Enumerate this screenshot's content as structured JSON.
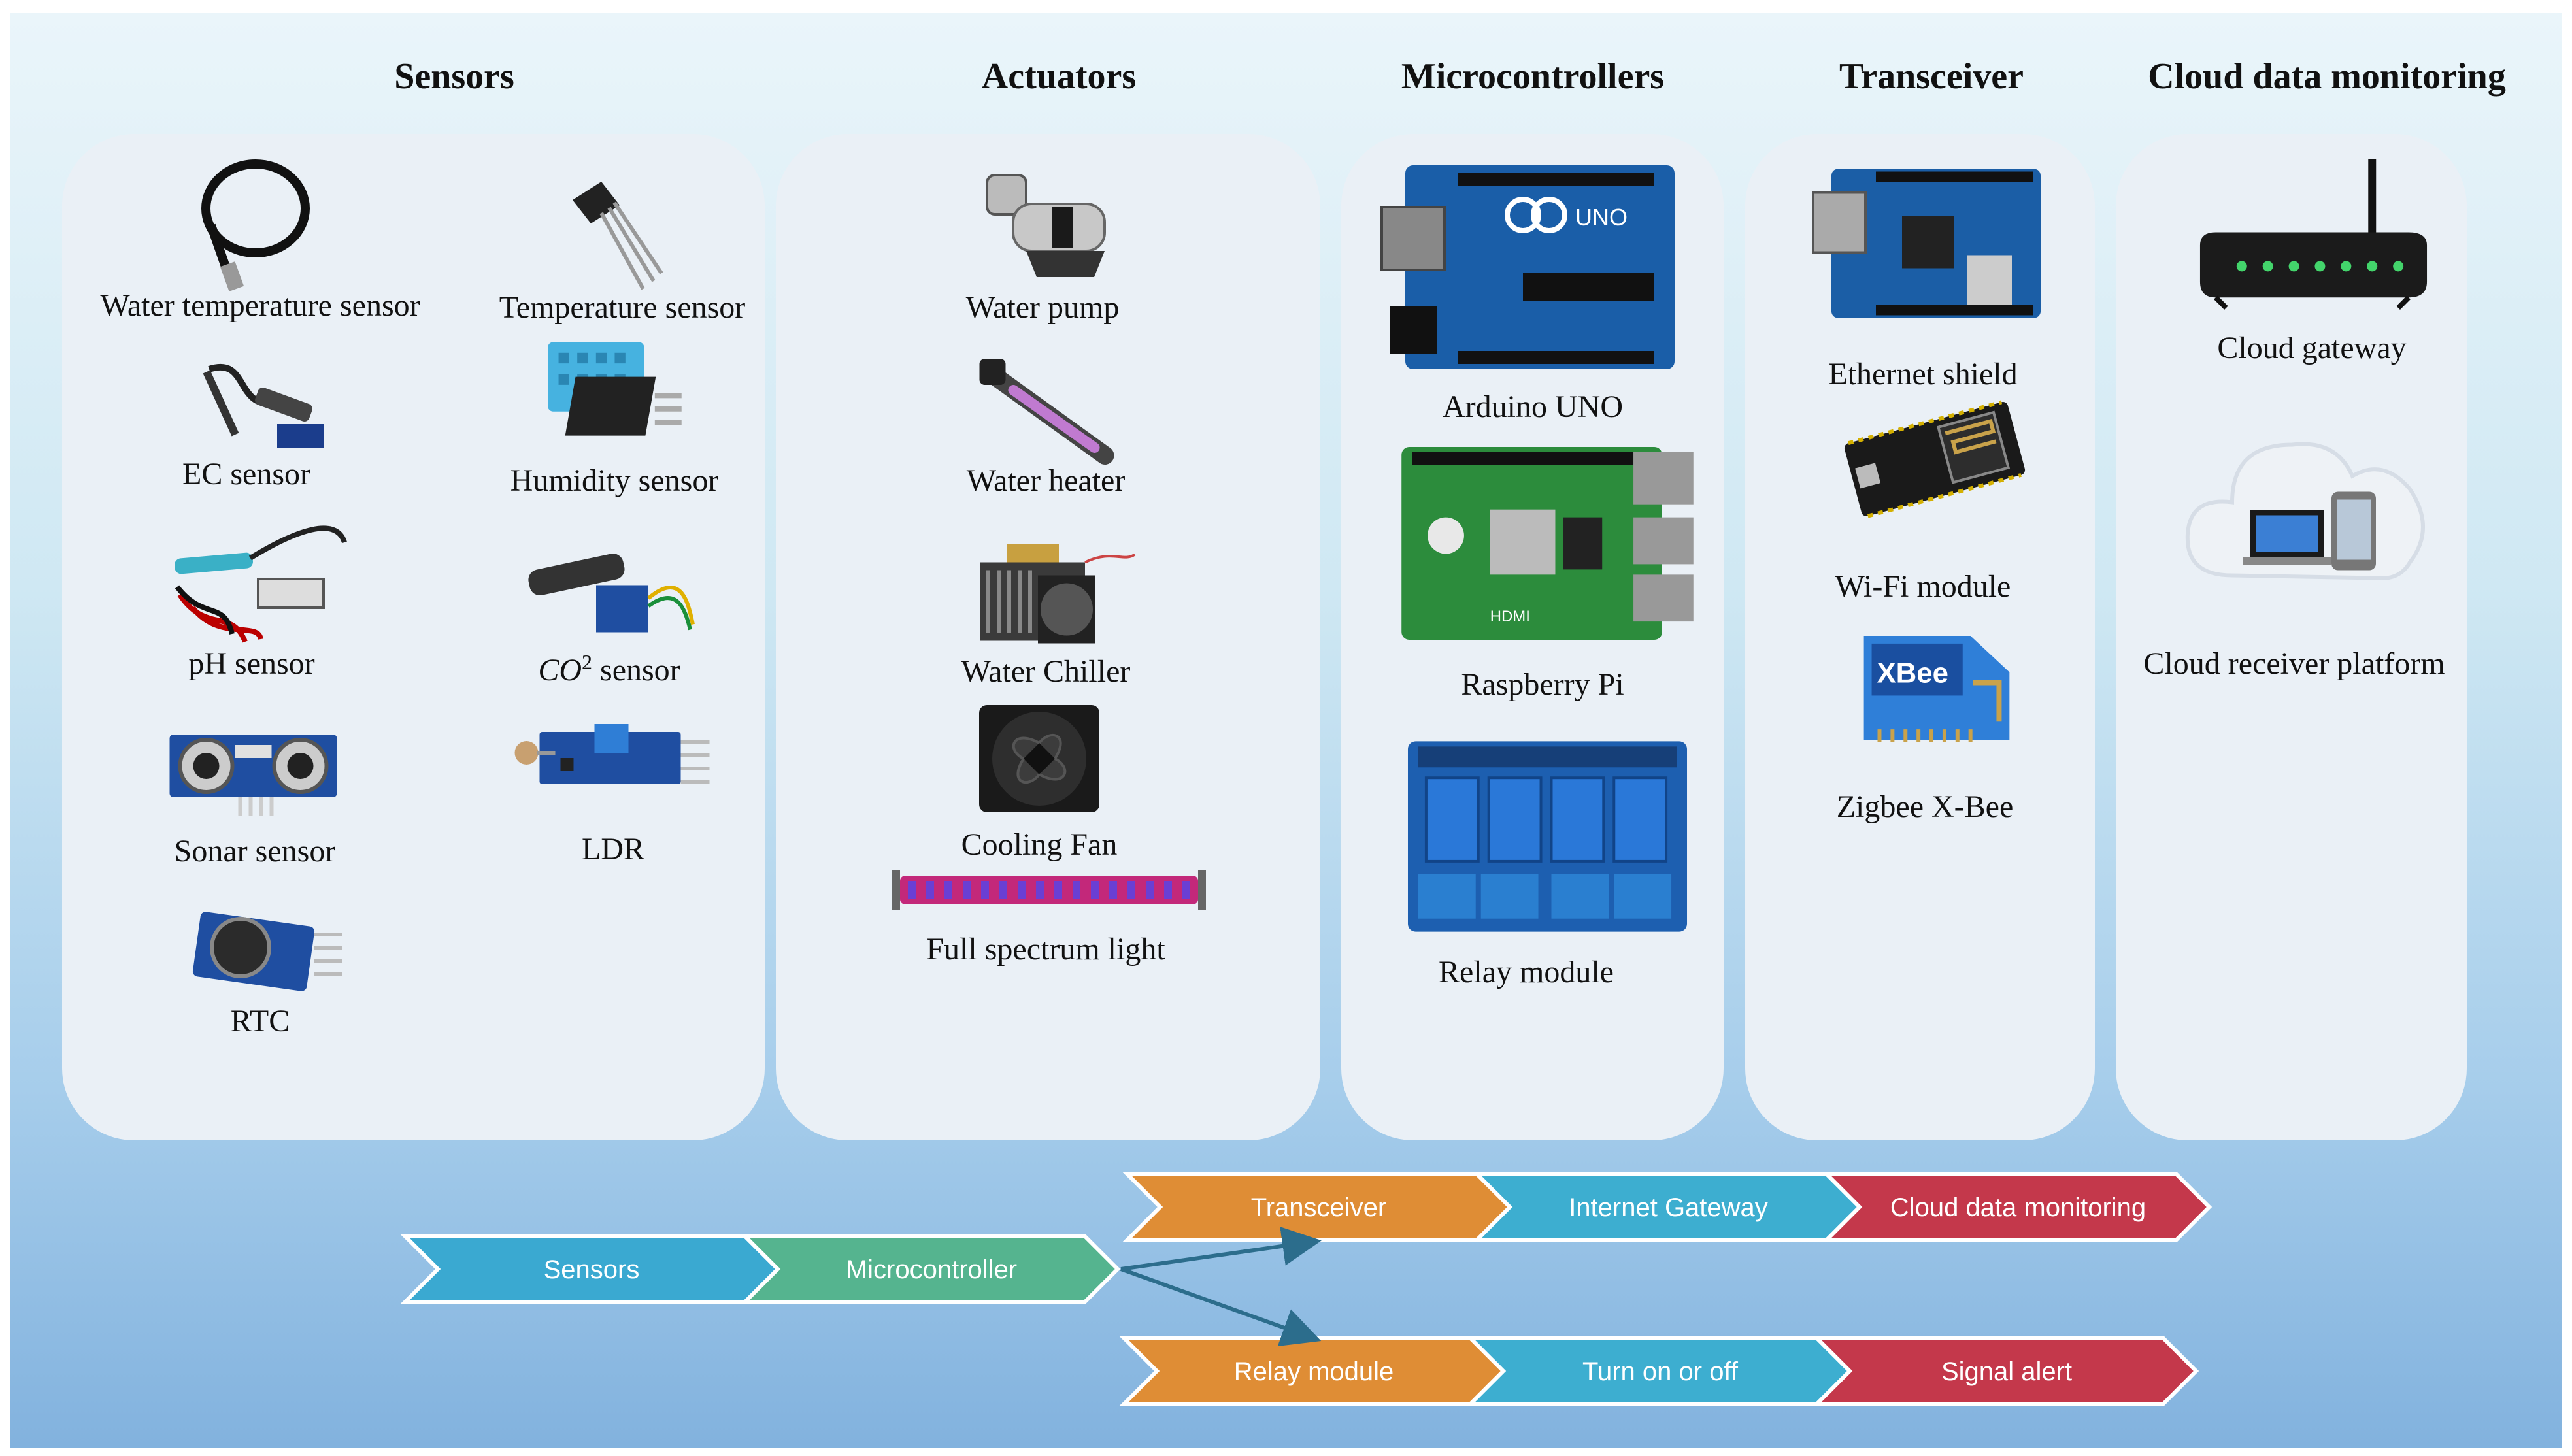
{
  "colors": {
    "sensors_blue": "#3aa9d1",
    "micro_green": "#55b48f",
    "orange": "#df8d35",
    "teal": "#3daed0",
    "red": "#c4384b",
    "arrow": "#2c6d8c"
  },
  "headers": {
    "sensors": "Sensors",
    "actuators": "Actuators",
    "microcontrollers": "Microcontrollers",
    "transceiver": "Transceiver",
    "cloud": "Cloud data monitoring"
  },
  "sensors": [
    {
      "label": "Water temperature sensor",
      "icon": "water-temperature-probe-icon"
    },
    {
      "label": "Temperature sensor",
      "icon": "temperature-transistor-icon"
    },
    {
      "label": "EC sensor",
      "icon": "ec-probe-icon"
    },
    {
      "label": "Humidity sensor",
      "icon": "humidity-module-icon"
    },
    {
      "label": "pH sensor",
      "icon": "ph-probe-icon"
    },
    {
      "label_prefix": "CO",
      "label_sup": "2",
      "label_suffix": " sensor",
      "icon": "co2-module-icon"
    },
    {
      "label": "Sonar sensor",
      "icon": "sonar-module-icon"
    },
    {
      "label": "LDR",
      "icon": "ldr-module-icon"
    },
    {
      "label": "RTC",
      "icon": "rtc-module-icon"
    }
  ],
  "actuators": [
    {
      "label": "Water pump",
      "icon": "water-pump-icon"
    },
    {
      "label": "Water heater",
      "icon": "water-heater-icon"
    },
    {
      "label": "Water Chiller",
      "icon": "water-chiller-icon"
    },
    {
      "label": "Cooling Fan",
      "icon": "cooling-fan-icon"
    },
    {
      "label": "Full spectrum light",
      "icon": "grow-light-icon"
    }
  ],
  "microcontrollers": [
    {
      "label": "Arduino UNO",
      "icon": "arduino-board-icon",
      "board_text": "UNO"
    },
    {
      "label": "Raspberry Pi",
      "icon": "raspberry-pi-icon",
      "board_text": "HDMI"
    },
    {
      "label": "Relay module",
      "icon": "relay-module-icon"
    }
  ],
  "transceivers": [
    {
      "label": "Ethernet shield",
      "icon": "ethernet-shield-icon"
    },
    {
      "label": "Wi-Fi module",
      "icon": "wifi-module-icon"
    },
    {
      "label": "Zigbee X-Bee",
      "icon": "xbee-module-icon",
      "board_text": "XBee"
    }
  ],
  "cloud": [
    {
      "label": "Cloud gateway",
      "icon": "router-icon"
    },
    {
      "label": "Cloud receiver platform",
      "icon": "cloud-devices-icon"
    }
  ],
  "flow": {
    "start": [
      "Sensors",
      "Microcontroller"
    ],
    "top": [
      "Transceiver",
      "Internet Gateway",
      "Cloud data monitoring"
    ],
    "bottom": [
      "Relay module",
      "Turn on or off",
      "Signal alert"
    ]
  }
}
